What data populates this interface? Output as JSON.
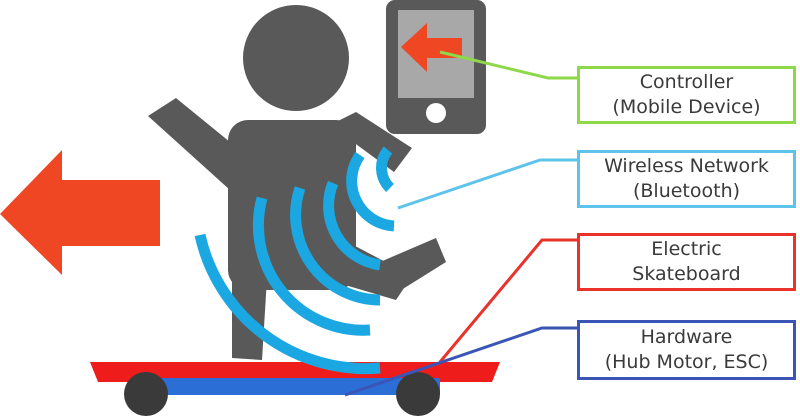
{
  "colors": {
    "figure": "#595959",
    "arrow": "#ef4623",
    "waves": "#1ba7e1",
    "board_top": "#ef1c1c",
    "board_bottom": "#2b6fd6",
    "wheel": "#3a3a3a",
    "phone_screen": "#a8a8a8"
  },
  "components": [
    {
      "id": "controller",
      "line1": "Controller",
      "line2": "(Mobile Device)",
      "color": "#8ed84a"
    },
    {
      "id": "wireless",
      "line1": "Wireless Network",
      "line2": "(Bluetooth)",
      "color": "#5ec3ea"
    },
    {
      "id": "skateboard",
      "line1": "Electric",
      "line2": "Skateboard",
      "color": "#e8322a"
    },
    {
      "id": "hardware",
      "line1": "Hardware",
      "line2": "(Hub Motor, ESC)",
      "color": "#3a55b5"
    }
  ]
}
